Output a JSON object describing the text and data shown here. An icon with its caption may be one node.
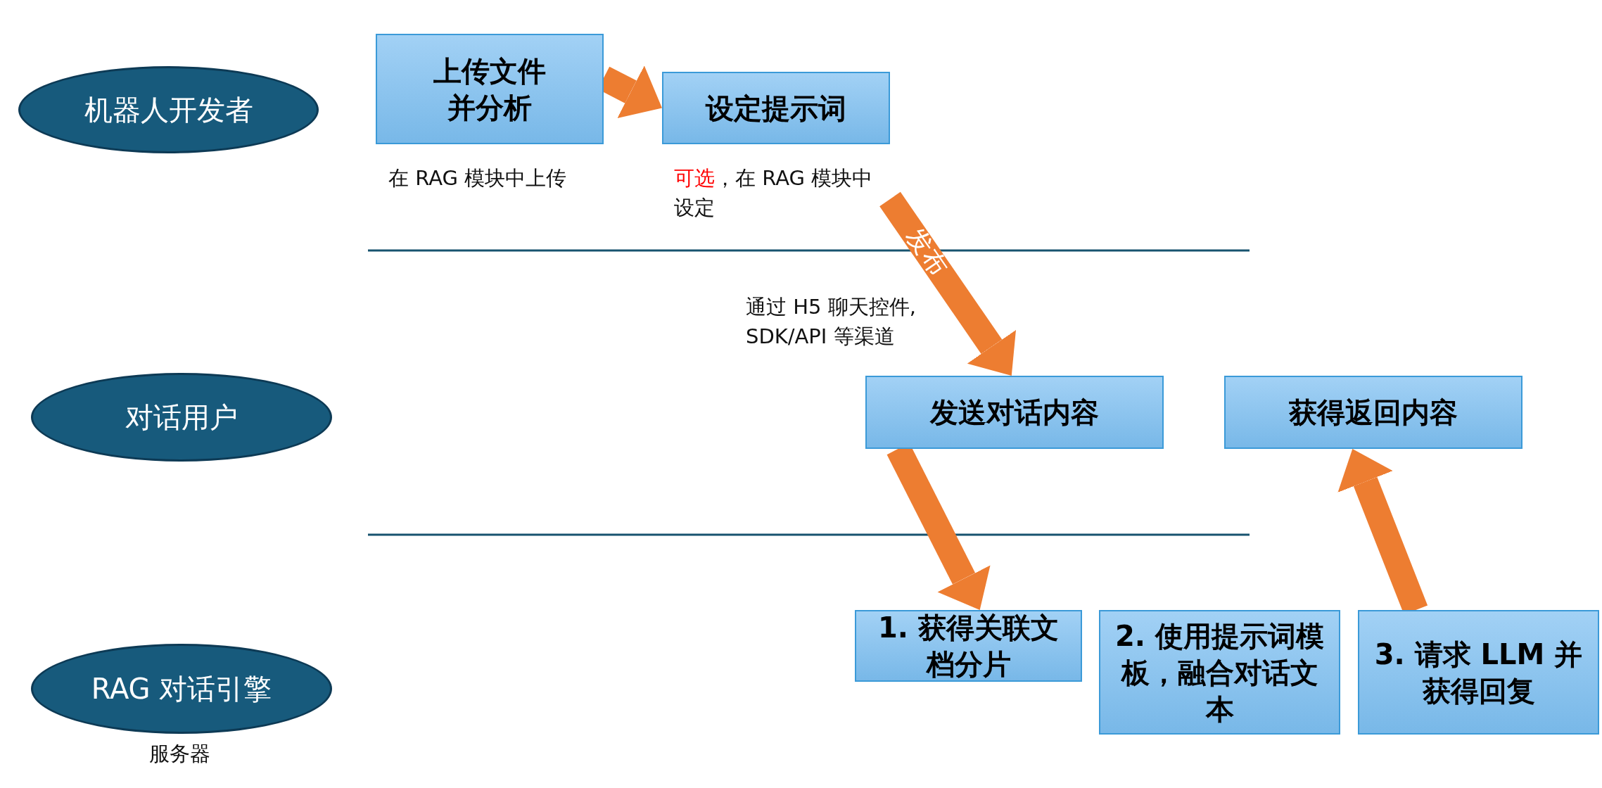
{
  "diagram": {
    "nodes": [
      {
        "text": [
          "机器人开发者"
        ]
      },
      {
        "text": [
          "对话用户"
        ]
      },
      {
        "text": [
          "RAG 对话引擎"
        ],
        "beside": [
          "服务器"
        ]
      },
      {
        "text": [
          "上传文件并分析"
        ],
        "beside": [
          "在 RAG 模块中上传"
        ]
      },
      {
        "text": [
          "设定提示词"
        ],
        "beside": [
          "可选",
          "，在 RAG 模块中设定"
        ]
      },
      {
        "text": [
          "发送对话内容"
        ]
      },
      {
        "text": [
          "获得返回内容"
        ]
      },
      {
        "text": [
          "1. 获得关联文档分片"
        ]
      },
      {
        "text": [
          "2. 使用提示词模板，融合对话文本"
        ]
      },
      {
        "text": [
          "3. 请求 LLM 并获得回复"
        ]
      }
    ],
    "edges": [
      {
        "from": 3,
        "to": 4,
        "arrow": "to"
      },
      {
        "from": 4,
        "to": 5,
        "arrow": "to",
        "label": "发布"
      },
      {
        "from": 5,
        "to": 7,
        "arrow": "to"
      },
      {
        "from": 9,
        "to": 6,
        "arrow": "to"
      }
    ],
    "labels": [
      "通过 H5 聊天控件, SDK/API 等渠道"
    ]
  }
}
